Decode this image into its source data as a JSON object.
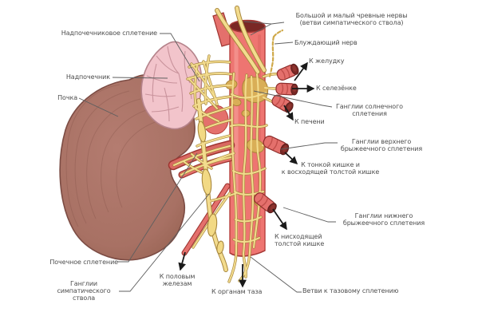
{
  "figure": {
    "description": "Схема вегетативной иннервации: почка, надпочечник, аорта и нервные сплетения",
    "colors": {
      "background": "#ffffff",
      "kidney": "#a97265",
      "kidney_outline": "#7c4c44",
      "adrenal": "#f2c4cb",
      "adrenal_outline": "#b5838b",
      "vessel_red": "#ee7571",
      "vessel_dark_red": "#9e3531",
      "cut_face": "#7a2825",
      "nerve_yellow": "#f3dc8e",
      "nerve_outline": "#a8873d",
      "ganglion_tan": "#d9ae57",
      "label_text": "#4d4d4d",
      "leader_line": "#5f5f5f",
      "arrow_black": "#1a1a1a"
    }
  },
  "labels": {
    "adrenal_plexus": "Надпочечниковое сплетение",
    "adrenal": "Надпочечник",
    "kidney": "Почка",
    "splanchnic": "Большой и малый чревные нервы\n(ветви симпатического ствола)",
    "vagus": "Блуждающий нерв",
    "to_stomach": "К желудку",
    "to_spleen": "К селезёнке",
    "solar_ganglia": "Ганглии солнечного\nсплетения",
    "to_liver": "К печени",
    "sup_mesenteric_ganglia": "Ганглии верхнего\nбрыжеечного сплетения",
    "to_small_intestine": "К тонкой кишке и\nк восходящей толстой кишке",
    "inf_mesenteric_ganglia": "Ганглии нижнего\nбрыжеечного сплетения",
    "to_descending_colon": "К нисходящей\nтолстой кишке",
    "renal_plexus": "Почечное сплетение",
    "sympathetic_ganglia": "Ганглии\nсимпатического\nствола",
    "to_gonads": "К половым\nжелезам",
    "to_pelvic_organs": "К органам таза",
    "pelvic_plexus_branches": "Ветви к тазовому сплетению"
  }
}
